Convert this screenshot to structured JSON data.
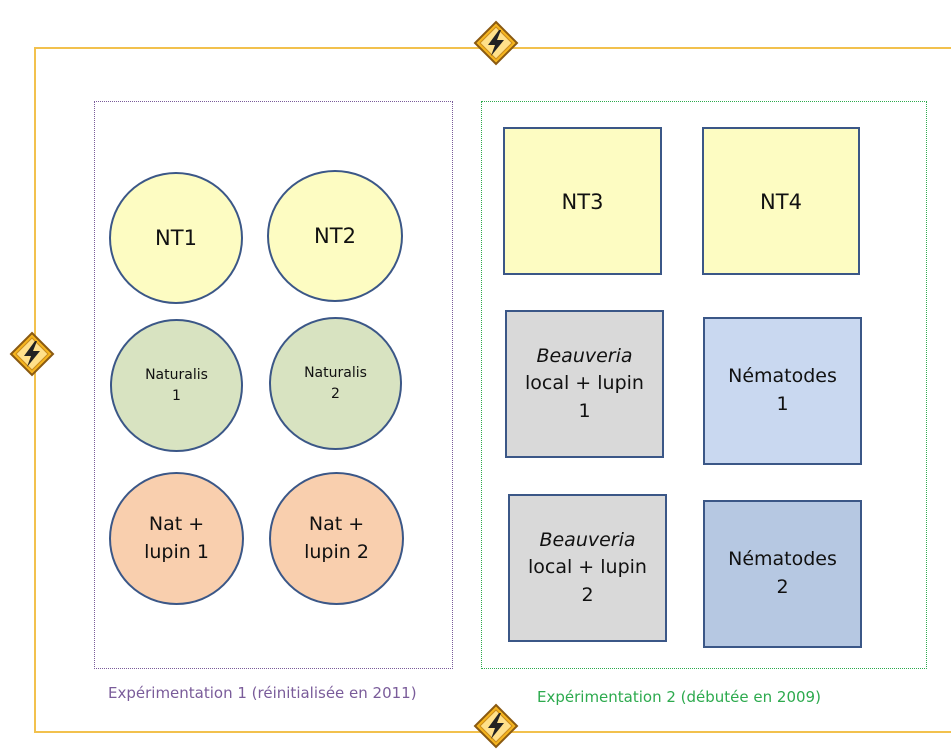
{
  "experiments": [
    {
      "caption": "Expérimentation 1 (réinitialisée en 2011)",
      "color": "#7A5C9A"
    },
    {
      "caption": "Expérimentation 2 (débutée en 2009)",
      "color": "#2DAA4E"
    }
  ],
  "plots": {
    "nt1": "NT1",
    "nt2": "NT2",
    "naturalis1_line1": "Naturalis",
    "naturalis1_line2": "1",
    "naturalis2_line1": "Naturalis",
    "naturalis2_line2": "2",
    "nat_lupin1_line1": "Nat +",
    "nat_lupin1_line2": "lupin 1",
    "nat_lupin2_line1": "Nat +",
    "nat_lupin2_line2": "lupin 2",
    "nt3": "NT3",
    "nt4": "NT4",
    "beauveria1_line1": "Beauveria",
    "beauveria1_line2": "local + lupin",
    "beauveria1_line3": "1",
    "nematodes1_line1": "Nématodes",
    "nematodes1_line2": "1",
    "beauveria2_line1": "Beauveria",
    "beauveria2_line2": "local + lupin",
    "beauveria2_line3": "2",
    "nematodes2_line1": "Nématodes",
    "nematodes2_line2": "2"
  },
  "colors": {
    "border": "#3B5787",
    "boundary": "#F2C14E",
    "yellow": "#FDFCC2",
    "green": "#D8E3C1",
    "peach": "#F9CFAE",
    "grey": "#D9D9D9",
    "blue_light": "#C9D8F0",
    "blue_dark": "#B6C8E2"
  },
  "icons": [
    "electric-fence-warning-icon"
  ]
}
